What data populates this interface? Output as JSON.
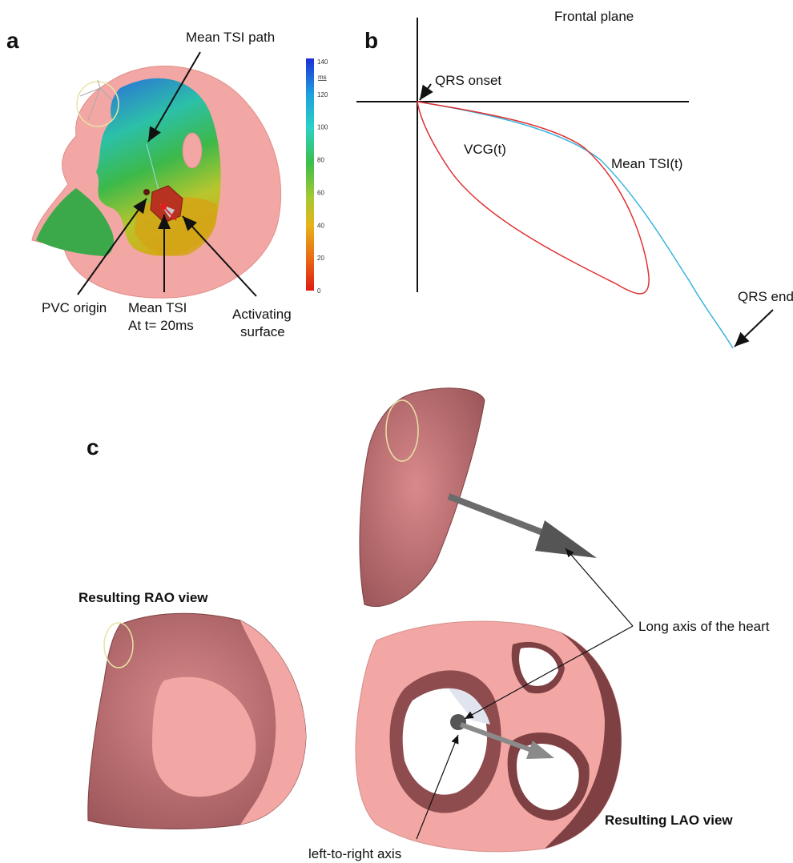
{
  "panels": {
    "a": {
      "letter": "a",
      "labels": {
        "mean_tsi_path": "Mean TSI path",
        "pvc_origin": "PVC origin",
        "mean_tsi_line1": "Mean TSI",
        "mean_tsi_line2": "At t= 20ms",
        "activating_line1": "Activating",
        "activating_line2": "surface"
      },
      "colorbar": {
        "unit": "ms",
        "ticks": [
          "140",
          "120",
          "100",
          "80",
          "60",
          "40",
          "20",
          "0"
        ],
        "colors": [
          "#1d2fd6",
          "#1e9ee0",
          "#2bd1c4",
          "#3bbf4a",
          "#a6c832",
          "#e6b31a",
          "#ea6a15",
          "#e01b14"
        ]
      }
    },
    "b": {
      "letter": "b",
      "title": "Frontal plane",
      "labels": {
        "qrs_onset": "QRS onset",
        "qrs_end": "QRS end",
        "vcg": "VCG(t)",
        "mean_tsi": "Mean TSI(t)"
      },
      "colors": {
        "vcg": "#e03030",
        "mean_tsi": "#3ab4e0"
      }
    },
    "c": {
      "letter": "c",
      "labels": {
        "rao_view": "Resulting RAO view",
        "lao_view": "Resulting LAO view",
        "long_axis": "Long axis of the heart",
        "lr_axis": "left-to-right axis"
      },
      "colors": {
        "tissue": "#f2a7a4",
        "tissue_dark": "#9a5558",
        "axis": "#8a8a8a"
      }
    }
  }
}
